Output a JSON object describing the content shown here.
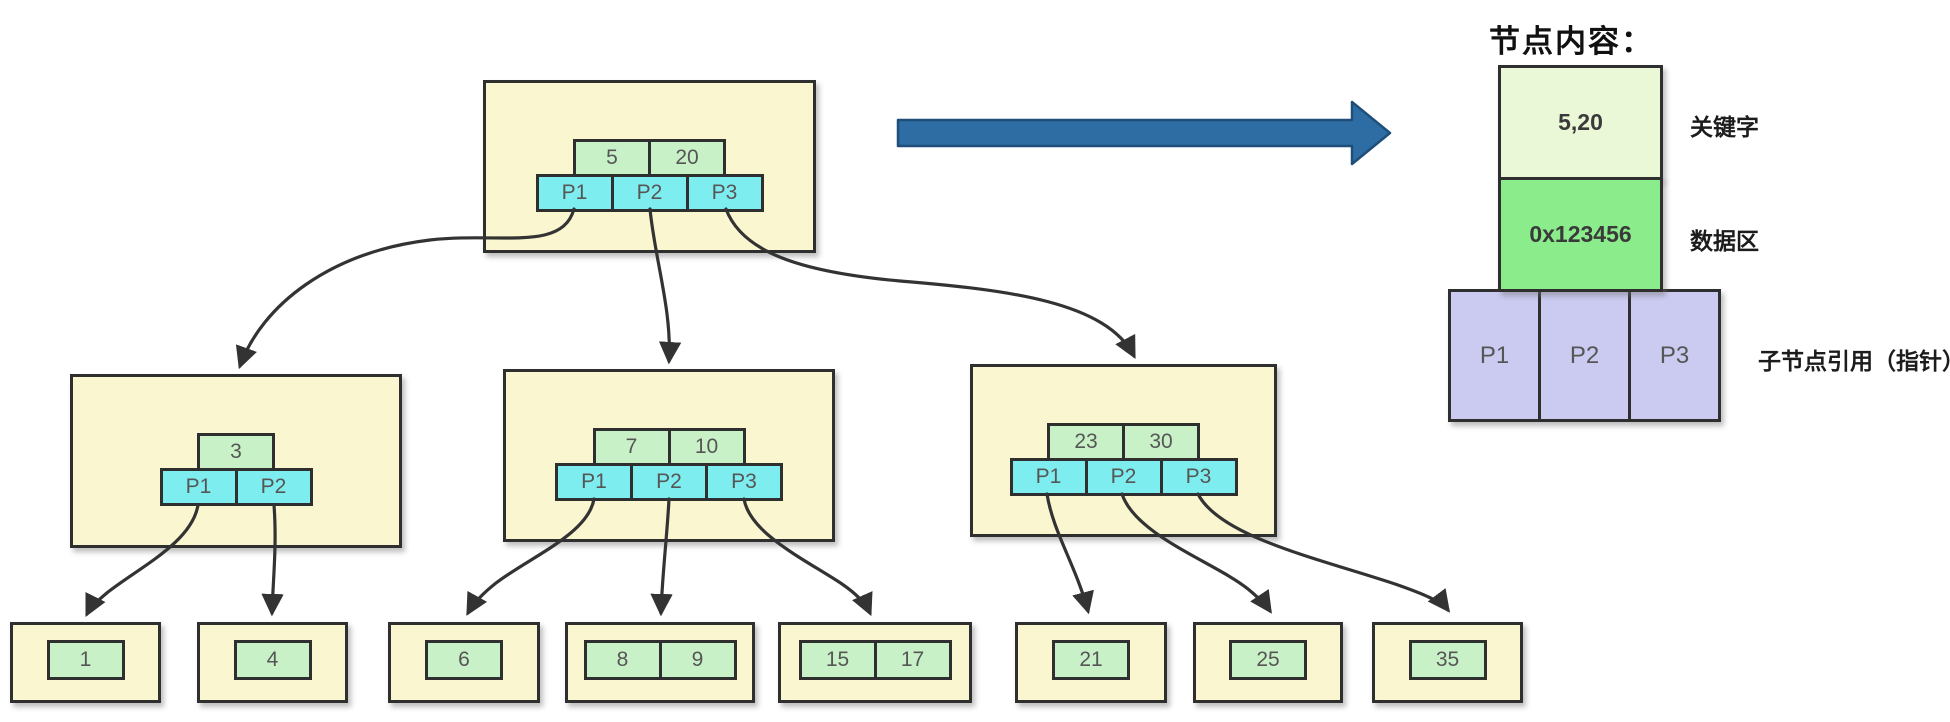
{
  "legend": {
    "title": "节点内容：",
    "keys_value": "5,20",
    "keys_label": "关键字",
    "data_value": "0x123456",
    "data_label": "数据区",
    "pointers": [
      "P1",
      "P2",
      "P3"
    ],
    "pointers_label": "子节点引用（指针）"
  },
  "tree": {
    "root": {
      "keys": [
        "5",
        "20"
      ],
      "pointers": [
        "P1",
        "P2",
        "P3"
      ]
    },
    "internal": [
      {
        "keys": [
          "3"
        ],
        "pointers": [
          "P1",
          "P2"
        ]
      },
      {
        "keys": [
          "7",
          "10"
        ],
        "pointers": [
          "P1",
          "P2",
          "P3"
        ]
      },
      {
        "keys": [
          "23",
          "30"
        ],
        "pointers": [
          "P1",
          "P2",
          "P3"
        ]
      }
    ],
    "leaves": [
      {
        "keys": [
          "1"
        ]
      },
      {
        "keys": [
          "4"
        ]
      },
      {
        "keys": [
          "6"
        ]
      },
      {
        "keys": [
          "8",
          "9"
        ]
      },
      {
        "keys": [
          "15",
          "17"
        ]
      },
      {
        "keys": [
          "21"
        ]
      },
      {
        "keys": [
          "25"
        ]
      },
      {
        "keys": [
          "35"
        ]
      }
    ]
  },
  "colors": {
    "node_fill": "#FAF6CF",
    "key_cell_fill": "#C9F1C7",
    "pointer_cell_fill": "#7EEDEF",
    "legend_keys_fill": "#EAF8D8",
    "legend_data_fill": "#8BEC8B",
    "legend_pointer_fill": "#CBCBF2",
    "border": "#2f2f2f",
    "connector": "#333333",
    "big_arrow_fill": "#2D6DA3",
    "big_arrow_stroke": "#1F4E79"
  }
}
